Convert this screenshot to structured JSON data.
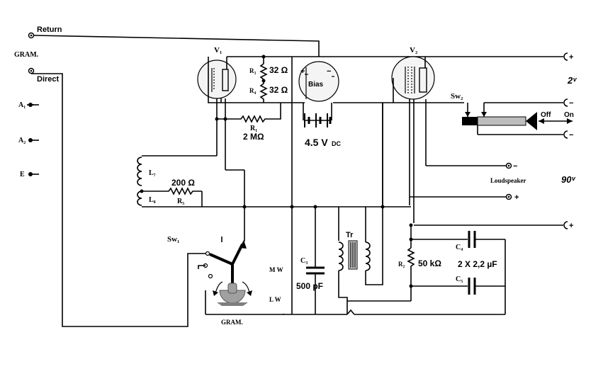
{
  "labels": {
    "return": "Return",
    "gram_left": "GRAM.",
    "direct": "Direct",
    "a1": "A₁",
    "a2": "A₂",
    "e": "E",
    "v1": "V₁",
    "v2": "V₂",
    "r3": "R₃",
    "r3_value": "32 Ω",
    "r4": "R₄",
    "r4_value": "32 Ω",
    "r1": "R₁",
    "r1_value": "2 MΩ",
    "bias": "Bias",
    "bias_plus": "+",
    "bias_minus": "−",
    "battery_voltage": "4.5 V",
    "battery_unit": "DC",
    "l7": "L₇",
    "l8": "L₈",
    "r5": "R₅",
    "r5_value": "200 Ω",
    "sw1": "Sw₁",
    "sw2": "Sw₂",
    "c3": "C₃",
    "c3_value": "500 pF",
    "mw": "M W",
    "lw": "L W",
    "tr": "Tr",
    "r2": "R₂",
    "r2_value": "50 kΩ",
    "c4": "C₄",
    "c5": "C₅",
    "cap_value": "2 X 2,2 µF",
    "gram_bottom": "GRAM.",
    "off": "Off",
    "on": "On",
    "loudspeaker": "Loudspeaker",
    "v_2": "2ᵛ",
    "v_90": "90ᵛ",
    "t_plus_top": "+",
    "t_minus_top": "−",
    "t_minus_sw": "−",
    "t_minus_ls": "−",
    "t_plus_ls": "+",
    "t_plus_bottom": "+"
  }
}
